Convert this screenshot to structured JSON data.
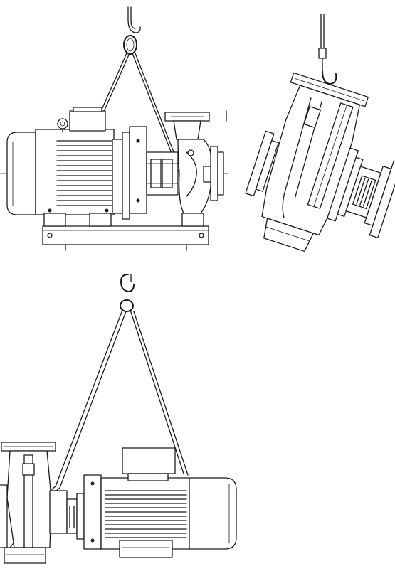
{
  "figures": [
    {
      "id": "pump-unit-horizontal-lift",
      "icons": [
        "hook-icon",
        "sling-icon",
        "motor-icon",
        "pump-icon",
        "baseplate-icon"
      ]
    },
    {
      "id": "pump-head-lift",
      "icons": [
        "hook-icon",
        "pump-casing-icon"
      ]
    },
    {
      "id": "pump-motor-lift",
      "icons": [
        "hook-icon",
        "sling-icon",
        "motor-icon",
        "pump-icon"
      ]
    }
  ],
  "colors": {
    "line": "#1a1a1a",
    "background": "#ffffff"
  }
}
